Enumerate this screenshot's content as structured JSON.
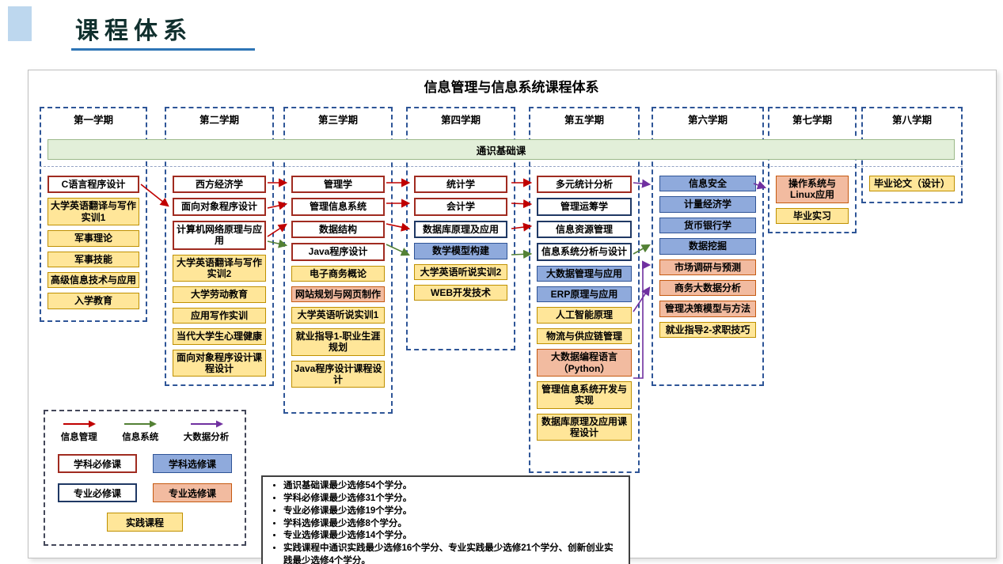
{
  "header": {
    "section_title": "课程体系"
  },
  "diagram": {
    "title": "信息管理与信息系统课程体系",
    "general_course_band": "通识基础课"
  },
  "semesters": [
    {
      "label": "第一学期",
      "courses": [
        {
          "name": "C语言程序设计",
          "type": "subject-required"
        },
        {
          "name": "大学英语翻译与写作实训1",
          "type": "practice"
        },
        {
          "name": "军事理论",
          "type": "practice"
        },
        {
          "name": "军事技能",
          "type": "practice"
        },
        {
          "name": "高级信息技术与应用",
          "type": "practice"
        },
        {
          "name": "入学教育",
          "type": "practice"
        }
      ]
    },
    {
      "label": "第二学期",
      "courses": [
        {
          "name": "西方经济学",
          "type": "subject-required"
        },
        {
          "name": "面向对象程序设计",
          "type": "subject-required"
        },
        {
          "name": "计算机网络原理与应用",
          "type": "subject-required"
        },
        {
          "name": "大学英语翻译与写作实训2",
          "type": "practice"
        },
        {
          "name": "大学劳动教育",
          "type": "practice"
        },
        {
          "name": "应用写作实训",
          "type": "practice"
        },
        {
          "name": "当代大学生心理健康",
          "type": "practice"
        },
        {
          "name": "面向对象程序设计课程设计",
          "type": "practice"
        }
      ]
    },
    {
      "label": "第三学期",
      "courses": [
        {
          "name": "管理学",
          "type": "subject-required"
        },
        {
          "name": "管理信息系统",
          "type": "subject-required"
        },
        {
          "name": "数据结构",
          "type": "subject-required"
        },
        {
          "name": "Java程序设计",
          "type": "subject-required"
        },
        {
          "name": "电子商务概论",
          "type": "practice"
        },
        {
          "name": "网站规划与网页制作",
          "type": "major-elective"
        },
        {
          "name": "大学英语听说实训1",
          "type": "practice"
        },
        {
          "name": "就业指导1-职业生涯规划",
          "type": "practice"
        },
        {
          "name": "Java程序设计课程设计",
          "type": "practice"
        }
      ]
    },
    {
      "label": "第四学期",
      "courses": [
        {
          "name": "统计学",
          "type": "subject-required"
        },
        {
          "name": "会计学",
          "type": "subject-required"
        },
        {
          "name": "数据库原理及应用",
          "type": "major-required"
        },
        {
          "name": "数学模型构建",
          "type": "subject-elective"
        },
        {
          "name": "大学英语听说实训2",
          "type": "practice"
        },
        {
          "name": "WEB开发技术",
          "type": "practice"
        }
      ]
    },
    {
      "label": "第五学期",
      "courses": [
        {
          "name": "多元统计分析",
          "type": "subject-required"
        },
        {
          "name": "管理运筹学",
          "type": "major-required"
        },
        {
          "name": "信息资源管理",
          "type": "major-required"
        },
        {
          "name": "信息系统分析与设计",
          "type": "major-required"
        },
        {
          "name": "大数据管理与应用",
          "type": "subject-elective"
        },
        {
          "name": "ERP原理与应用",
          "type": "subject-elective"
        },
        {
          "name": "人工智能原理",
          "type": "practice"
        },
        {
          "name": "物流与供应链管理",
          "type": "practice"
        },
        {
          "name": "大数据编程语言（Python）",
          "type": "major-elective"
        },
        {
          "name": "管理信息系统开发与实现",
          "type": "practice"
        },
        {
          "name": "数据库原理及应用课程设计",
          "type": "practice"
        }
      ]
    },
    {
      "label": "第六学期",
      "courses": [
        {
          "name": "信息安全",
          "type": "subject-elective"
        },
        {
          "name": "计量经济学",
          "type": "subject-elective"
        },
        {
          "name": "货币银行学",
          "type": "subject-elective"
        },
        {
          "name": "数据挖掘",
          "type": "subject-elective"
        },
        {
          "name": "市场调研与预测",
          "type": "major-elective"
        },
        {
          "name": "商务大数据分析",
          "type": "major-elective"
        },
        {
          "name": "管理决策模型与方法",
          "type": "major-elective"
        },
        {
          "name": "就业指导2-求职技巧",
          "type": "practice"
        }
      ]
    },
    {
      "label": "第七学期",
      "courses": [
        {
          "name": "操作系统与Linux应用",
          "type": "major-elective"
        },
        {
          "name": "毕业实习",
          "type": "practice"
        }
      ]
    },
    {
      "label": "第八学期",
      "courses": [
        {
          "name": "毕业论文（设计）",
          "type": "practice"
        }
      ]
    }
  ],
  "legend": {
    "flows": [
      {
        "label": "信息管理",
        "color": "#C00000"
      },
      {
        "label": "信息系统",
        "color": "#538135"
      },
      {
        "label": "大数据分析",
        "color": "#7030A0"
      }
    ],
    "course_types": [
      {
        "label": "学科必修课",
        "type": "subject-required"
      },
      {
        "label": "学科选修课",
        "type": "subject-elective"
      },
      {
        "label": "专业必修课",
        "type": "major-required"
      },
      {
        "label": "专业选修课",
        "type": "major-elective"
      },
      {
        "label": "实践课程",
        "type": "practice"
      }
    ]
  },
  "credit_requirements": [
    "通识基础课最少选修54个学分。",
    "学科必修课最少选修31个学分。",
    "专业必修课最少选修19个学分。",
    "学科选修课最少选修8个学分。",
    "专业选修课最少选修14个学分。",
    "实践课程中通识实践最少选修16个学分、专业实践最少选修21个学分、创新创业实践最少选修4个学分。"
  ],
  "colors": {
    "subject_required_border": "#A02B20",
    "major_required_border": "#1F3864",
    "subject_elective_fill": "#8FAADC",
    "major_elective_fill": "#F2BBA0",
    "practice_fill": "#FFE699",
    "general_band_fill": "#E2EFD9",
    "column_border": "#2E5597",
    "flow_info_mgmt": "#C00000",
    "flow_info_sys": "#538135",
    "flow_big_data": "#7030A0"
  }
}
